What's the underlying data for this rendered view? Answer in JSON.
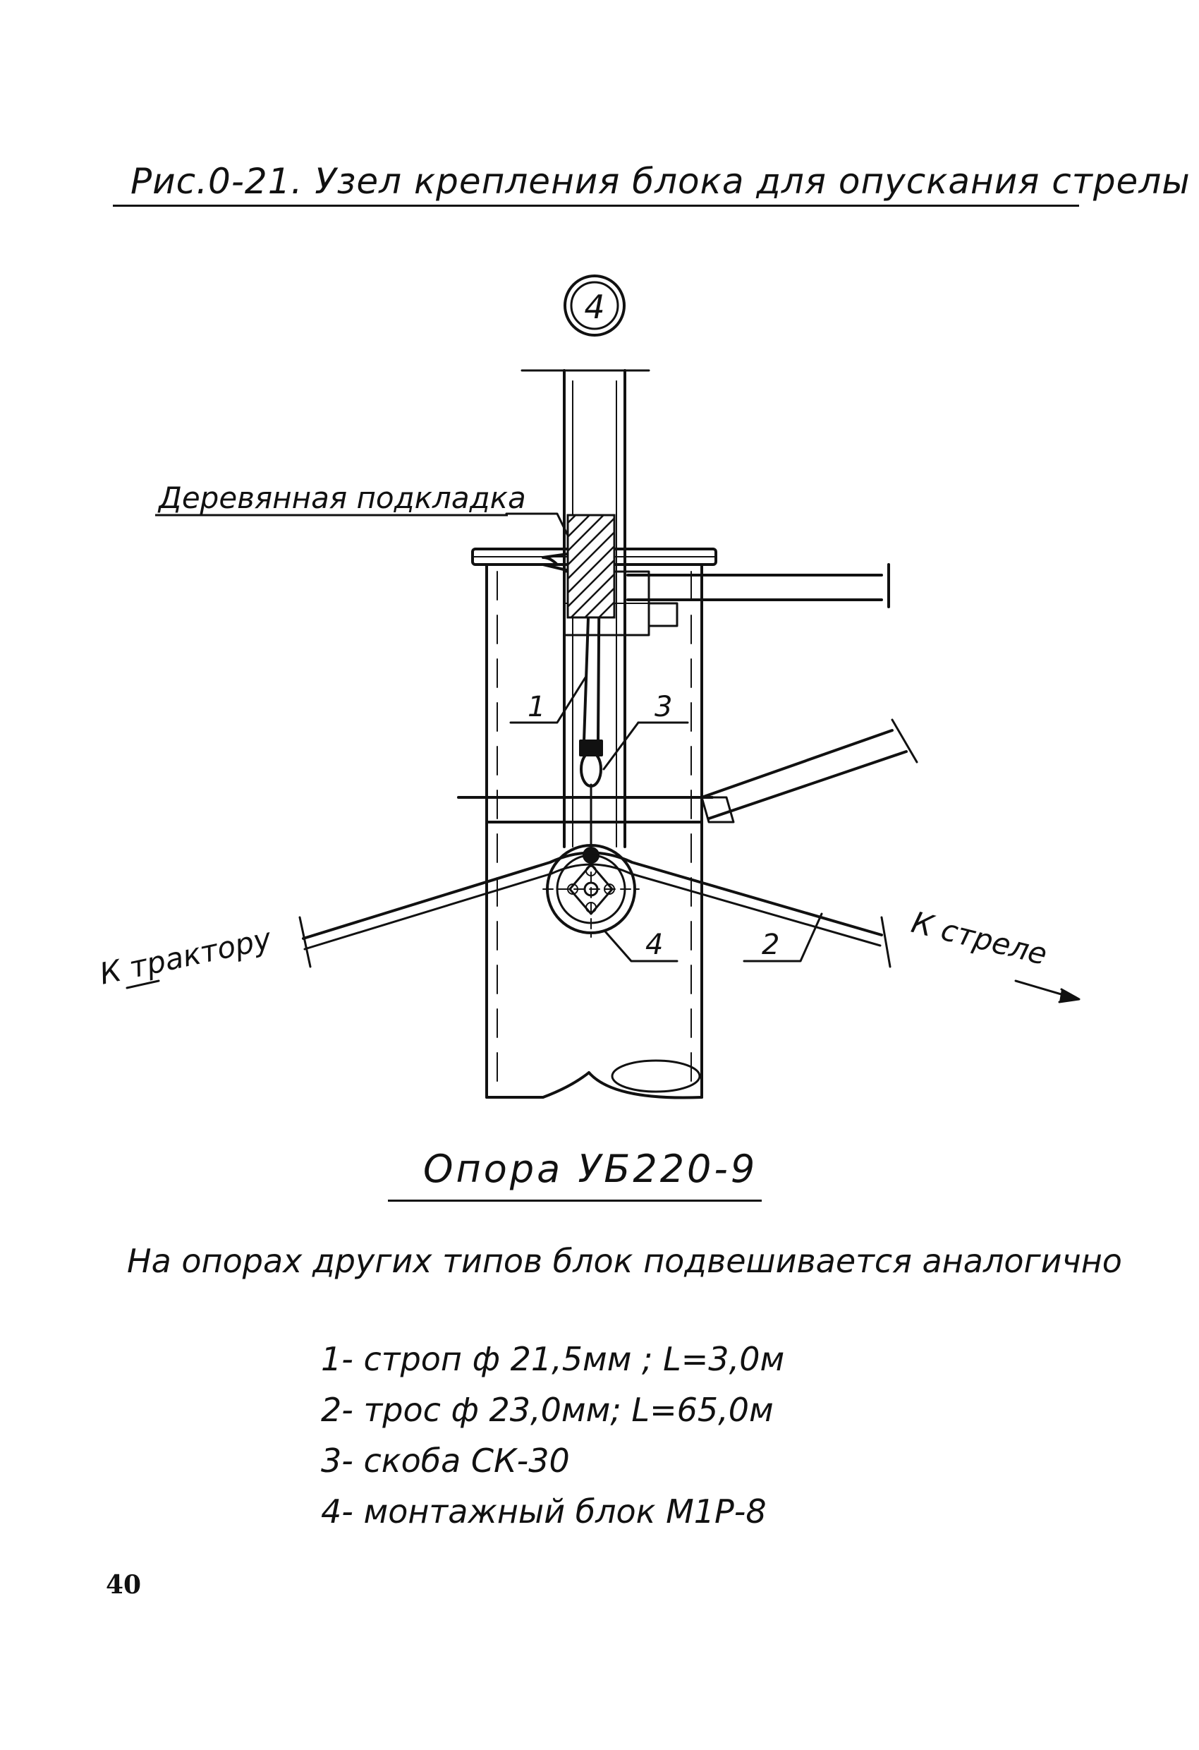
{
  "title": "Рис.0-21. Узел крепления блока для опускания стрелы",
  "drawing": {
    "view_marker": "4",
    "wood_pad_label": "Деревянная подкладка",
    "callouts": [
      "1",
      "2",
      "3",
      "4"
    ],
    "to_tractor_label": "К трактору",
    "to_boom_label": "К стреле"
  },
  "support_caption": "Опора УБ220-9",
  "note": "На опорах других типов блок подвешивается аналогично",
  "legend": [
    "1- строп ф 21,5мм ; L=3,0м",
    "2- трос ф 23,0мм; L=65,0м",
    "3- скоба СК-30",
    "4- монтажный блок М1Р-8"
  ],
  "page_number": "40"
}
